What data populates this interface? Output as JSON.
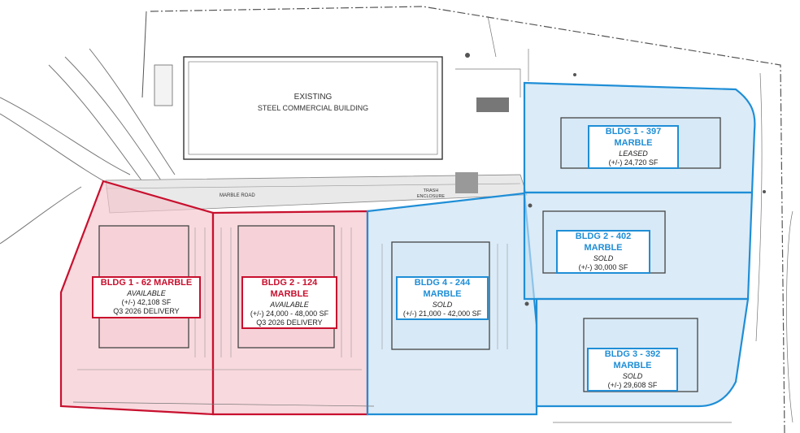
{
  "colors": {
    "available": "#c8102e",
    "sold": "#1f8ed6",
    "linework": "#555555"
  },
  "existing_building": {
    "line1": "EXISTING",
    "line2": "STEEL COMMERCIAL BUILDING"
  },
  "road": {
    "name": "MARBLE ROAD"
  },
  "trash": {
    "line1": "TRASH",
    "line2": "ENCLOSURE"
  },
  "parcels": [
    {
      "id": "bldg1-62",
      "title": "BLDG 1 - 62 MARBLE",
      "status": "AVAILABLE",
      "area": "(+/-) 42,108 SF",
      "delivery": "Q3 2026 DELIVERY"
    },
    {
      "id": "bldg2-124",
      "title": "BLDG 2 - 124 MARBLE",
      "status": "AVAILABLE",
      "area": "(+/-) 24,000 - 48,000 SF",
      "delivery": "Q3 2026 DELIVERY"
    },
    {
      "id": "bldg4-244",
      "title": "BLDG 4 - 244 MARBLE",
      "status": "SOLD",
      "area": "(+/-) 21,000 - 42,000 SF"
    },
    {
      "id": "bldg1-397",
      "title": "BLDG 1 - 397 MARBLE",
      "status": "LEASED",
      "area": "(+/-) 24,720 SF"
    },
    {
      "id": "bldg2-402",
      "title": "BLDG 2 - 402 MARBLE",
      "status": "SOLD",
      "area": "(+/-) 30,000 SF"
    },
    {
      "id": "bldg3-392",
      "title": "BLDG 3 - 392 MARBLE",
      "status": "SOLD",
      "area": "(+/-) 29,608 SF"
    }
  ]
}
